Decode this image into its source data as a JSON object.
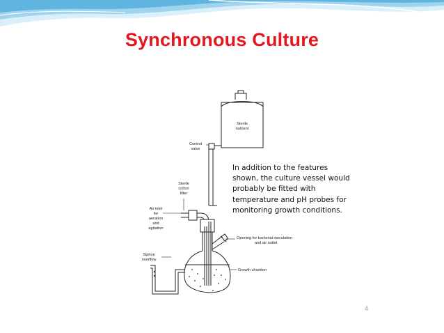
{
  "slide": {
    "title": "Synchronous Culture",
    "note": "In addition to the features shown, the culture vessel would probably be fitted with temperature and pH probes for monitoring growth conditions.",
    "page_number": "4"
  },
  "diagram": {
    "labels": {
      "sterile_nutrient_1": "Sterile",
      "sterile_nutrient_2": "nutrient",
      "control_valve_1": "Control",
      "control_valve_2": "valve",
      "filter_1": "Sterile",
      "filter_2": "cotton",
      "filter_3": "filter",
      "air_inlet_1": "Air inlet",
      "air_inlet_2": "for",
      "air_inlet_3": "aeration",
      "air_inlet_4": "and",
      "air_inlet_5": "agitation",
      "opening_1": "Opening for bacterial inoculation",
      "opening_2": "and air outlet",
      "siphon_1": "Siphon",
      "siphon_2": "overflow",
      "growth_chamber": "Growth chamber"
    }
  },
  "colors": {
    "title": "#e3171f",
    "banner_light": "#bfe3f4",
    "banner_mid": "#7fc4e6",
    "banner_dark": "#3b9fd1"
  }
}
